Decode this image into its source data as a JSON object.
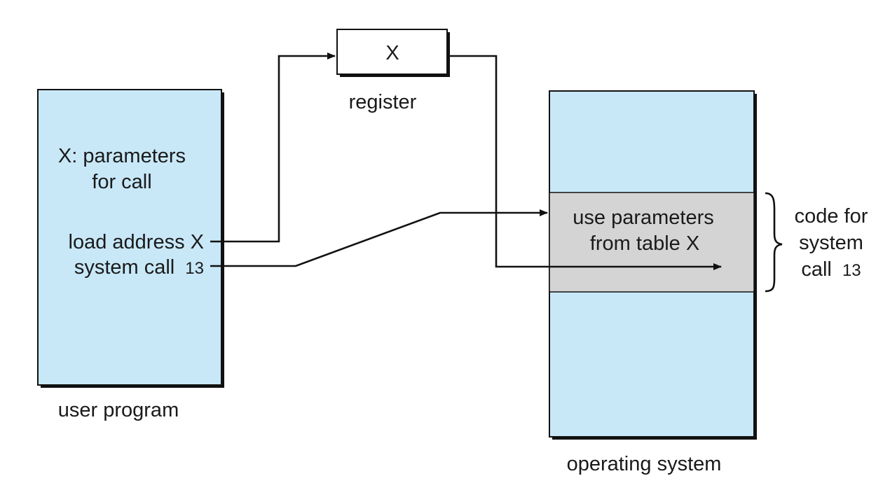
{
  "user_program": {
    "caption": "user program",
    "params_line1": "X: parameters",
    "params_line2": "for call",
    "load_address_text": "load address X",
    "system_call_text": "system call",
    "system_call_number": "13"
  },
  "register": {
    "value": "X",
    "caption": "register"
  },
  "operating_system": {
    "caption": "operating system",
    "code_line1": "use parameters",
    "code_line2": "from table X"
  },
  "brace_label": {
    "line1": "code for",
    "line2": "system",
    "line3": "call",
    "number": "13"
  },
  "colors": {
    "memory_fill": "#c8e8f8",
    "code_block_fill": "#d4d4d4",
    "outline": "#111111"
  }
}
